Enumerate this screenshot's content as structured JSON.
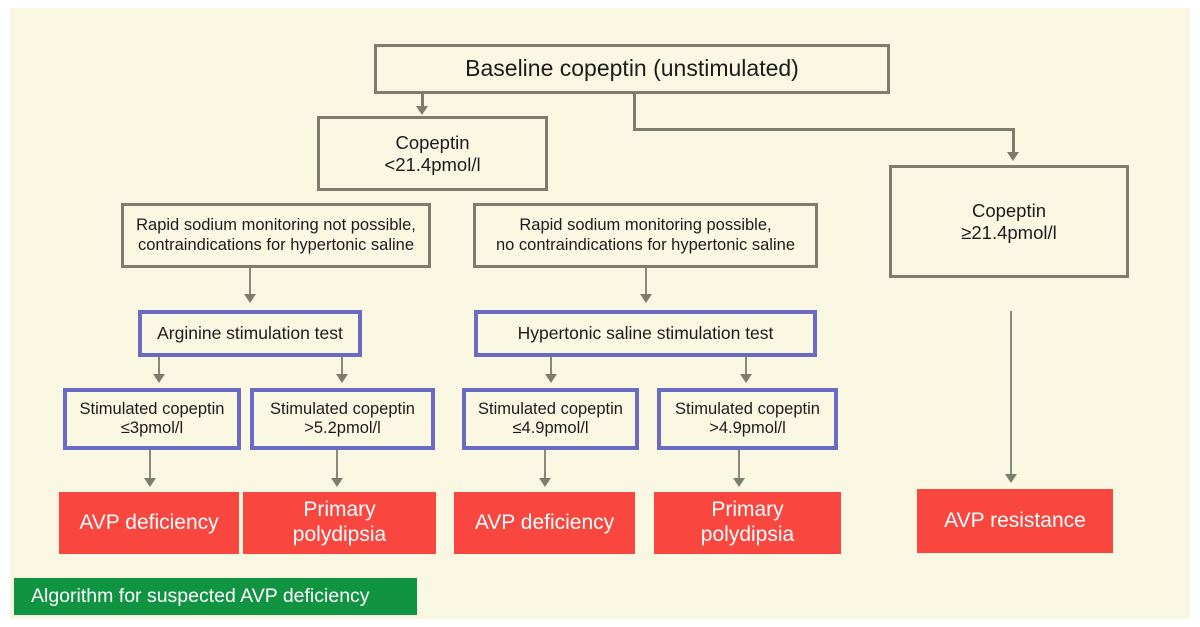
{
  "figure": {
    "caption": "Algorithm for suspected AVP deficiency",
    "background_color": "#faf8e3",
    "caption_color": "#119441",
    "outcome_color": "#f9463f",
    "grey_border_color": "#7d7d6e",
    "purple_border_color": "#6b6bc4"
  },
  "nodes": {
    "baseline": "Baseline copeptin (unstimulated)",
    "copeptin_low": "Copeptin\n<21.4pmol/l",
    "copeptin_high": "Copeptin\n≥21.4pmol/l",
    "no_rapid_sodium": "Rapid sodium monitoring not possible,\ncontraindications for hypertonic saline",
    "rapid_sodium": "Rapid sodium monitoring possible,\nno contraindications for hypertonic saline",
    "arginine_test": "Arginine stimulation test",
    "saline_test": "Hypertonic saline stimulation test",
    "stim_copeptin_1": "Stimulated copeptin\n≤3pmol/l",
    "stim_copeptin_2": "Stimulated copeptin\n>5.2pmol/l",
    "stim_copeptin_3": "Stimulated copeptin\n≤4.9pmol/l",
    "stim_copeptin_4": "Stimulated copeptin\n>4.9pmol/l",
    "result_1": "AVP deficiency",
    "result_2": "Primary\npolydipsia",
    "result_3": "AVP deficiency",
    "result_4": "Primary\npolydipsia",
    "result_5": "AVP resistance"
  },
  "chart_data": {
    "type": "diagram",
    "title": "Algorithm for suspected AVP deficiency",
    "flow": [
      {
        "from": "Baseline copeptin (unstimulated)",
        "to": "Copeptin <21.4pmol/l"
      },
      {
        "from": "Baseline copeptin (unstimulated)",
        "to": "Copeptin ≥21.4pmol/l"
      },
      {
        "from": "Rapid sodium monitoring not possible, contraindications for hypertonic saline",
        "to": "Arginine stimulation test"
      },
      {
        "from": "Rapid sodium monitoring possible, no contraindications for hypertonic saline",
        "to": "Hypertonic saline stimulation test"
      },
      {
        "from": "Arginine stimulation test",
        "to": "Stimulated copeptin ≤3pmol/l"
      },
      {
        "from": "Arginine stimulation test",
        "to": "Stimulated copeptin >5.2pmol/l"
      },
      {
        "from": "Hypertonic saline stimulation test",
        "to": "Stimulated copeptin ≤4.9pmol/l"
      },
      {
        "from": "Hypertonic saline stimulation test",
        "to": "Stimulated copeptin >4.9pmol/l"
      },
      {
        "from": "Stimulated copeptin ≤3pmol/l",
        "to": "AVP deficiency"
      },
      {
        "from": "Stimulated copeptin >5.2pmol/l",
        "to": "Primary polydipsia"
      },
      {
        "from": "Stimulated copeptin ≤4.9pmol/l",
        "to": "AVP deficiency"
      },
      {
        "from": "Stimulated copeptin >4.9pmol/l",
        "to": "Primary polydipsia"
      },
      {
        "from": "Copeptin ≥21.4pmol/l",
        "to": "AVP resistance"
      }
    ]
  }
}
